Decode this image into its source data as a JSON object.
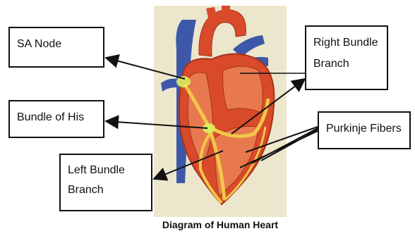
{
  "labels": {
    "sa_node": "SA Node",
    "bundle_of_his": "Bundle of His",
    "left_bundle_1": "Left Bundle",
    "left_bundle_2": "Branch",
    "right_bundle_1": "Right Bundle",
    "right_bundle_2": "Branch",
    "purkinje": "Purkinje Fibers"
  },
  "caption": "Diagram of Human Heart",
  "colors": {
    "muscle": "#d84a2a",
    "muscle_dark": "#a8321c",
    "vein_blue": "#3d58a8",
    "conduction": "#f0c846",
    "sa_glow": "#d8f060"
  }
}
